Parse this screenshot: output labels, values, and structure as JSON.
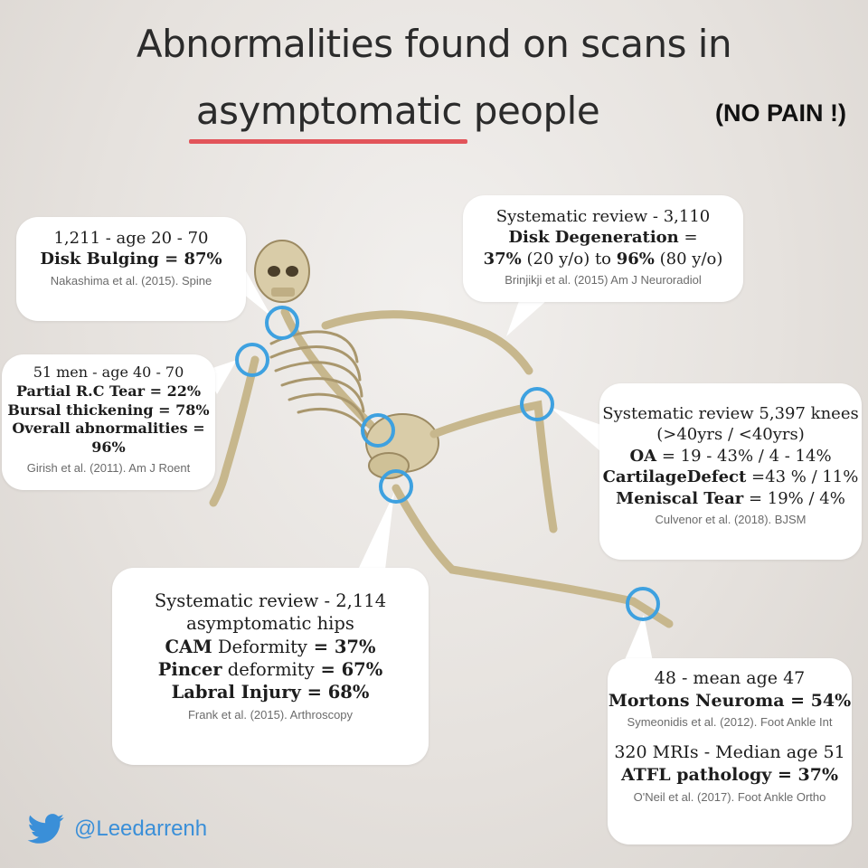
{
  "header": {
    "title_line1": "Abnormalities found on scans in",
    "title_highlight": "asymptomatic",
    "title_line2_rest": " people",
    "no_pain": "(NO PAIN !)"
  },
  "callouts": {
    "neck": {
      "line1": "1,211 - age 20 - 70",
      "bold_label": "Disk Bulging",
      "bold_value": " = 87%",
      "citation": "Nakashima et al. (2015). Spine"
    },
    "shoulder": {
      "line1": "51 men - age 40 - 70",
      "line2": "Partial R.C Tear = 22%",
      "line3": "Bursal thickening = 78%",
      "line4": "Overall abnormalities = 96%",
      "citation": "Girish et al. (2011). Am J Roent"
    },
    "spine": {
      "line1": "Systematic review - 3,110",
      "bold_label": "Disk Degeneration",
      "line2_rest": " =",
      "v1": "37%",
      "mid": " (20 y/o) to ",
      "v2": "96%",
      "tail": " (80 y/o)",
      "citation": "Brinjikji et al. (2015) Am J Neuroradiol"
    },
    "knee": {
      "line1": "Systematic review 5,397 knees",
      "line2": "(>40yrs / <40yrs)",
      "oa_label": "OA",
      "oa_value": " = 19 - 43% / 4 - 14%",
      "cart_label": "CartilageDefect",
      "cart_value": " =43 % / 11%",
      "men_label": "Meniscal Tear",
      "men_value": " = 19% / 4%",
      "citation": "Culvenor et al. (2018). BJSM"
    },
    "hip": {
      "line1": "Systematic review -  2,114",
      "line2": "asymptomatic hips",
      "cam_label": "CAM",
      "cam_mid": " Deformity",
      "cam_value": " = 37%",
      "pin_label": "Pincer",
      "pin_mid": " deformity",
      "pin_value": " = 67%",
      "lab_label": "Labral Injury",
      "lab_value": "  = 68%",
      "citation": "Frank et al. (2015). Arthroscopy"
    },
    "foot": {
      "line1": "48 - mean age 47",
      "bold1": "Mortons Neuroma = 54%",
      "citation1": "Symeonidis et al. (2012). Foot Ankle Int",
      "line2": "320 MRIs - Median age 51",
      "bold2_label": "ATFL pathology",
      "bold2_value": " = 37%",
      "citation2": "O'Neil et al. (2017). Foot Ankle Ortho"
    }
  },
  "footer": {
    "handle": "@Leedarrenh",
    "icon": "twitter-bird-icon"
  },
  "colors": {
    "accent_underline": "#e2545a",
    "ring": "#3ea1e0",
    "twitter": "#3a8fd8"
  }
}
